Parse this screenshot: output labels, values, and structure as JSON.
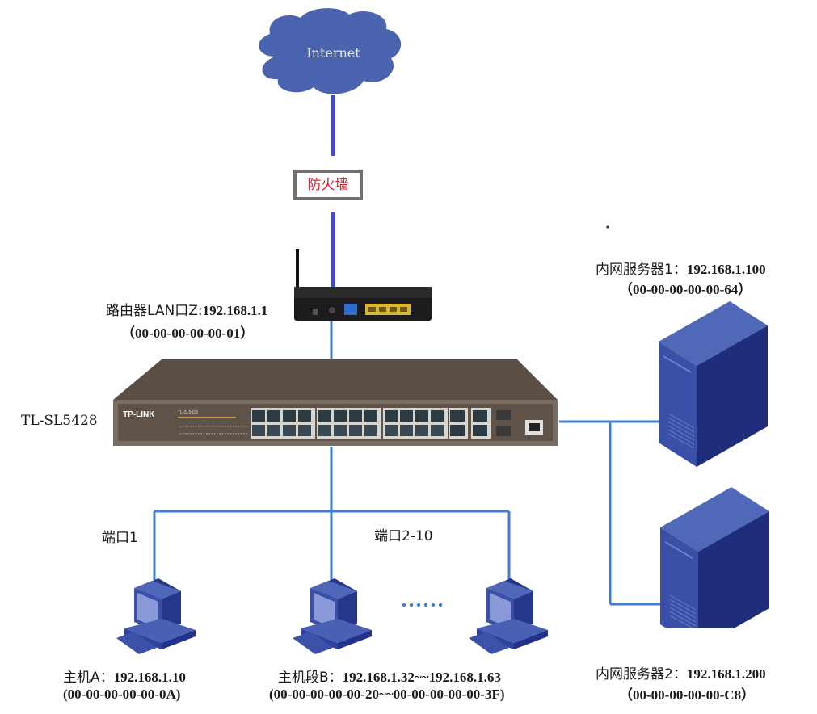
{
  "diagram": {
    "type": "network-topology",
    "nodes": {
      "internet": {
        "label": "Internet",
        "color": "#4a64b0"
      },
      "firewall": {
        "label": "防火墙",
        "text_color": "#e0202a",
        "border_color": "#707070"
      },
      "router": {
        "label_line1_prefix": "路由器LAN口Z:",
        "label_line1_ip": "192.168.1.1",
        "label_line2": "（00-00-00-00-00-01）"
      },
      "switch": {
        "label": "TL-SL5428",
        "brand": "TP-LINK"
      },
      "server1": {
        "label_line1_prefix": "内网服务器1：",
        "label_line1_ip": "192.168.1.100",
        "label_line2": "（00-00-00-00-00-64）"
      },
      "server2": {
        "label_line1_prefix": "内网服务器2：",
        "label_line1_ip": "192.168.1.200",
        "label_line2": "（00-00-00-00-00-C8）"
      },
      "host_a": {
        "label_line1_prefix": "主机A：",
        "label_line1_ip": "192.168.1.10",
        "label_line2": "(00-00-00-00-00-0A)"
      },
      "host_group_b": {
        "label_line1_prefix": "主机段B：",
        "label_line1_ip": "192.168.1.32~~192.168.1.63",
        "label_line2": "(00-00-00-00-00-20~~00-00-00-00-00-3F)"
      }
    },
    "port_labels": {
      "port1": "端口1",
      "port2_10": "端口2-10"
    },
    "ellipsis": "……",
    "colors": {
      "wan_link": "#3f4bd0",
      "lan_link": "#3f7fd0",
      "device_blue": "#2e3f9a",
      "device_blue_light": "#5068b8",
      "switch_body": "#6e6258"
    }
  }
}
